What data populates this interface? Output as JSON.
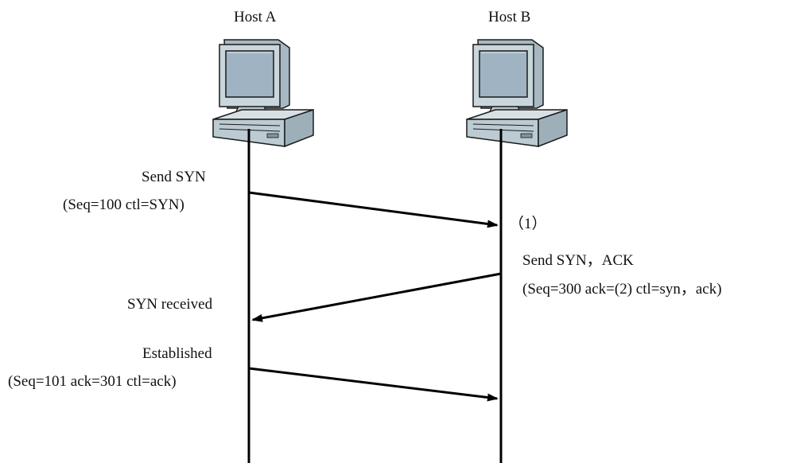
{
  "hosts": {
    "a": {
      "name": "Host A",
      "icon": "computer-icon"
    },
    "b": {
      "name": "Host B",
      "icon": "computer-icon"
    }
  },
  "messages": [
    {
      "label": "Send SYN",
      "detail": "(Seq=100 ctl=SYN)",
      "direction": "A-to-B"
    },
    {
      "marker": "（1）"
    },
    {
      "label": "Send SYN，ACK",
      "detail": "(Seq=300 ack=(2) ctl=syn，ack)",
      "direction": "B-to-A"
    },
    {
      "label": "SYN received"
    },
    {
      "label": "Established",
      "detail": "(Seq=101 ack=301 ctl=ack)",
      "direction": "A-to-B"
    }
  ],
  "colors": {
    "line": "#000000",
    "monitor_body": "#c9d6dc",
    "screen": "#9fb3c2",
    "outline": "#1a1a1a"
  }
}
